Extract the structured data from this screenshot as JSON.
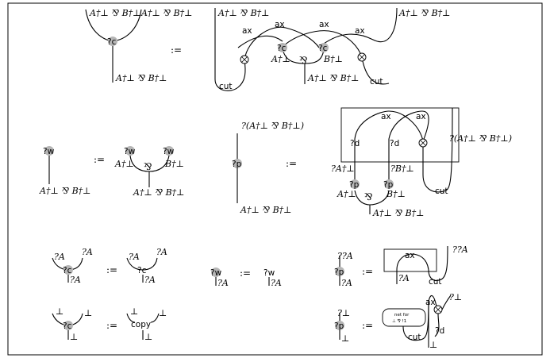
{
  "labels": {
    "par_dual": "A†⊥ ⅋ B†⊥",
    "par_dual_paren": "?(A†⊥ ⅋ B†⊥)",
    "A_dual": "A†⊥",
    "B_dual": "B†⊥",
    "qA_dual": "?A†⊥",
    "qB_dual": "?B†⊥",
    "par": "⅋",
    "qA": "?A",
    "qqA": "??A",
    "bot": "⊥",
    "qbot": "?⊥"
  },
  "nodes": {
    "contraction": "?c",
    "weakening": "?w",
    "dereliction": "?d",
    "promotion": "?p",
    "axiom": "ax",
    "cut": "cut",
    "copy": "copy",
    "net_for_line1": "net for",
    "net_for_line2": "⊥ ⅋ !1"
  },
  "operators": {
    "define": ":="
  }
}
